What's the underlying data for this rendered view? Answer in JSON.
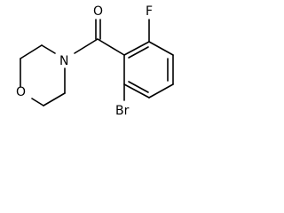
{
  "molecule": {
    "atoms": [
      {
        "id": "O_ring",
        "symbol": "O"
      },
      {
        "id": "N_ring",
        "symbol": "N"
      },
      {
        "id": "O_carbonyl",
        "symbol": "O"
      },
      {
        "id": "F",
        "symbol": "F"
      },
      {
        "id": "Br",
        "symbol": "Br"
      }
    ],
    "bonds": [
      {
        "id": "morph-o-c1",
        "order": 1
      },
      {
        "id": "morph-c1-c2",
        "order": 1
      },
      {
        "id": "morph-c2-n",
        "order": 1
      },
      {
        "id": "morph-n-c3",
        "order": 1
      },
      {
        "id": "morph-c3-c4",
        "order": 1
      },
      {
        "id": "morph-c4-o",
        "order": 1
      },
      {
        "id": "n-carbonyl",
        "order": 1
      },
      {
        "id": "carbonyl-co",
        "order": 2
      },
      {
        "id": "carbonyl-ring",
        "order": 1
      },
      {
        "id": "ring-c1-c2",
        "order": 2
      },
      {
        "id": "ring-c2-c3",
        "order": 1
      },
      {
        "id": "ring-c3-c4",
        "order": 2
      },
      {
        "id": "ring-c4-c5",
        "order": 1
      },
      {
        "id": "ring-c5-c6",
        "order": 2
      },
      {
        "id": "ring-c6-c1",
        "order": 1
      },
      {
        "id": "c2-f",
        "order": 1
      },
      {
        "id": "c6-br",
        "order": 1
      }
    ]
  }
}
